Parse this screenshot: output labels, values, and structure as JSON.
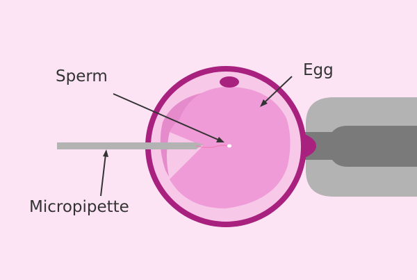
{
  "labels": {
    "sperm": "Sperm",
    "egg": "Egg",
    "micropipette": "Micropipette"
  },
  "colors": {
    "background": "#fde4f5",
    "egg_outer_ring": "#a8217f",
    "egg_zona": "#f7c8e8",
    "egg_cytoplasm": "#ee9bd7",
    "egg_cytoplasm_shadow": "#e58acb",
    "polar_body": "#a8217f",
    "micropipette": "#b3b3b3",
    "holding_pipette_outer": "#b3b3b3",
    "holding_pipette_inner": "#7a7a7a",
    "pointer_line": "#333333"
  }
}
